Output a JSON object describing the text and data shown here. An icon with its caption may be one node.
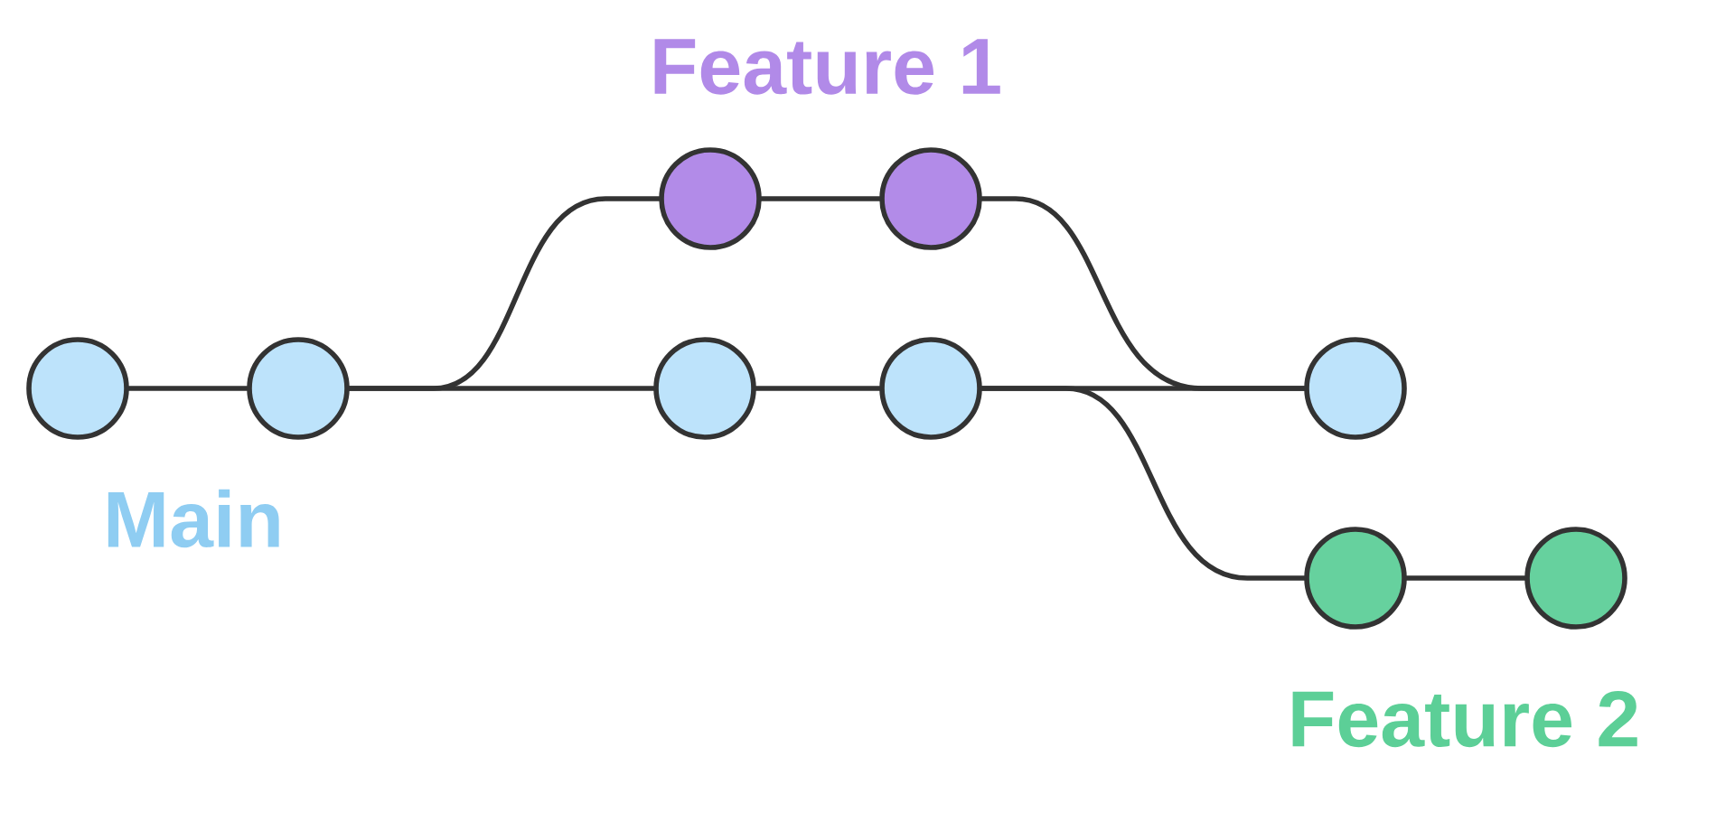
{
  "diagram": {
    "nodes": [
      {
        "text": [],
        "shape": "circle"
      },
      {
        "text": [],
        "shape": "circle"
      },
      {
        "text": [],
        "shape": "circle"
      },
      {
        "text": [],
        "shape": "circle"
      },
      {
        "text": [],
        "shape": "circle"
      },
      {
        "text": [],
        "shape": "circle"
      },
      {
        "text": [],
        "shape": "circle"
      },
      {
        "text": [],
        "shape": "circle"
      },
      {
        "text": [],
        "shape": "circle"
      }
    ],
    "edges": [
      {
        "from": 0,
        "to": 1,
        "arrow": "none"
      },
      {
        "from": 1,
        "to": 2,
        "arrow": "none"
      },
      {
        "from": 2,
        "to": 3,
        "arrow": "none"
      },
      {
        "from": 3,
        "to": 4,
        "arrow": "none"
      },
      {
        "from": 1,
        "to": 5,
        "arrow": "none"
      },
      {
        "from": 5,
        "to": 6,
        "arrow": "none"
      },
      {
        "from": 6,
        "to": 4,
        "arrow": "none"
      },
      {
        "from": 3,
        "to": 7,
        "arrow": "none"
      },
      {
        "from": 7,
        "to": 8,
        "arrow": "none"
      }
    ],
    "labels": [
      "Feature 1",
      "Main",
      "Feature 2"
    ]
  }
}
